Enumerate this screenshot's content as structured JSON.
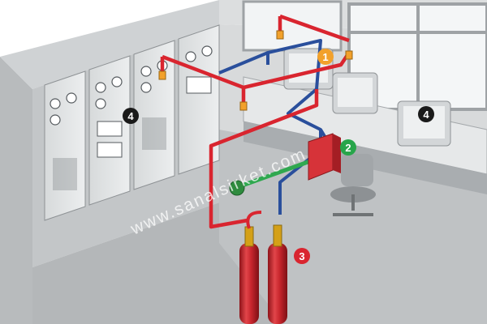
{
  "diagram": {
    "watermark": "www.sanalsirket.com",
    "callouts": [
      {
        "label": "1",
        "color": "#f2a12b"
      },
      {
        "label": "2",
        "color": "#27a54a"
      },
      {
        "label": "3",
        "color": "#d9252f"
      },
      {
        "label": "4",
        "color": "#1a1a1a"
      },
      {
        "label": "4",
        "color": "#1a1a1a"
      }
    ],
    "colors": {
      "agent_pipe": "#d9252f",
      "detection_pipe": "#2a4f9c",
      "control_line": "#2fa84f",
      "cylinder": "#c8262d",
      "room_wall": "#c9ccce",
      "panel": "#e4e6e7"
    }
  }
}
